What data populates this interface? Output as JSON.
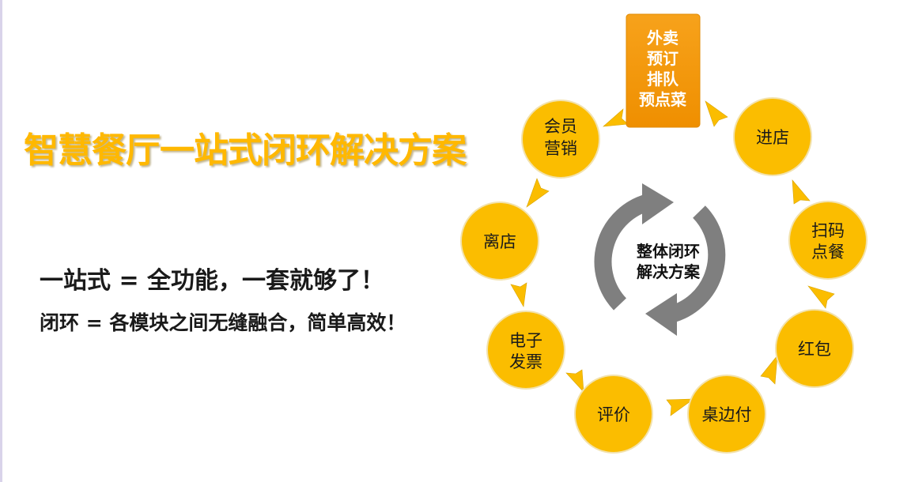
{
  "title": "智慧餐厅一站式闭环解决方案",
  "line1": "一站式 = 全功能，一套就够了！",
  "line2": "闭环 = 各模块之间无缝融合，简单高效！",
  "top_box": [
    "外卖",
    "预订",
    "排队",
    "预点菜"
  ],
  "center": [
    "整体闭环",
    "解决方案"
  ],
  "nodes": [
    {
      "lines": [
        "进店"
      ]
    },
    {
      "lines": [
        "扫码",
        "点餐"
      ]
    },
    {
      "lines": [
        "红包"
      ]
    },
    {
      "lines": [
        "桌边付"
      ]
    },
    {
      "lines": [
        "评价"
      ]
    },
    {
      "lines": [
        "电子",
        "发票"
      ]
    },
    {
      "lines": [
        "离店"
      ]
    },
    {
      "lines": [
        "会员",
        "营销"
      ]
    }
  ],
  "colors": {
    "title": "#ffb800",
    "node": "#fbbd00",
    "top_box": "#f39800",
    "center_arrows": "#7f7f7f",
    "text": "#1a1a1a"
  }
}
